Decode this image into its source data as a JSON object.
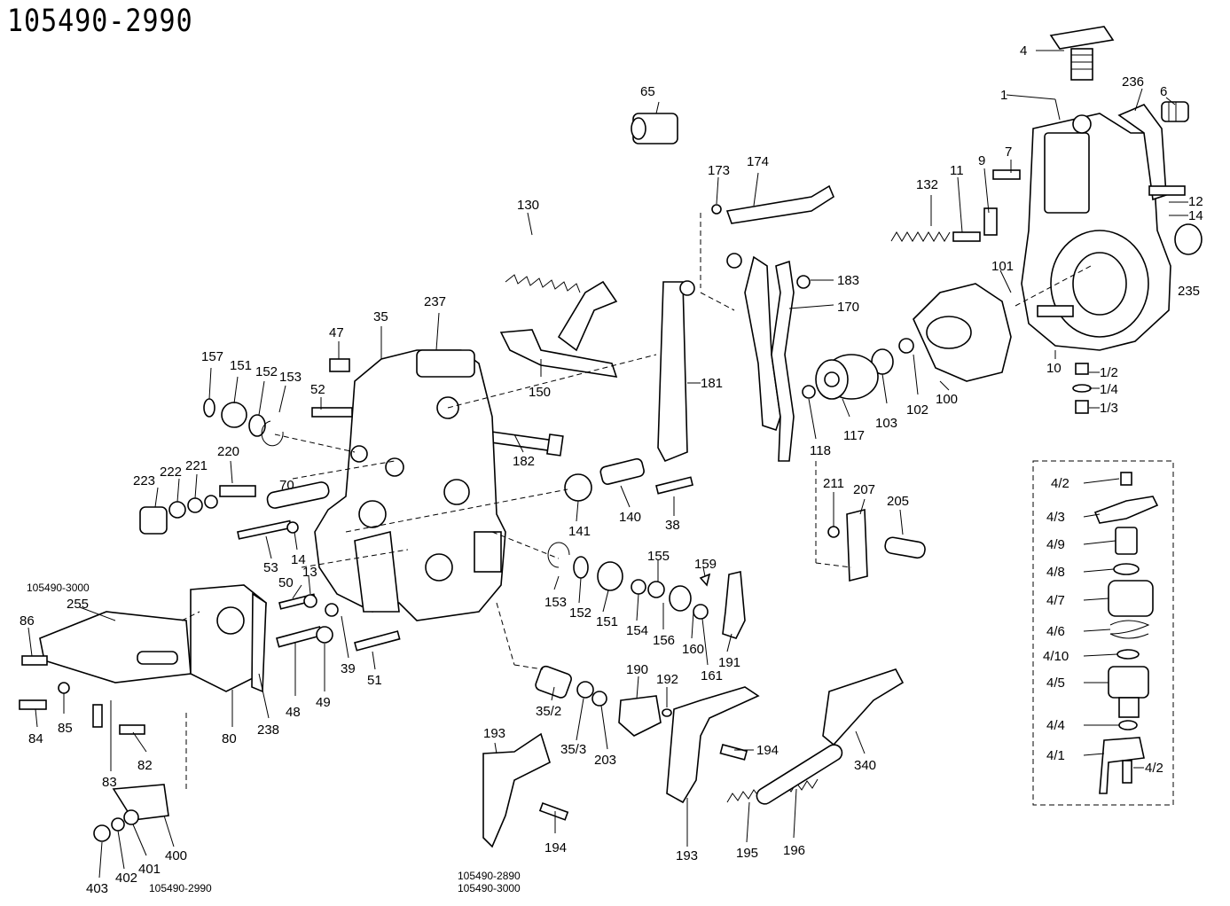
{
  "diagram": {
    "title": "105490-2990",
    "variant_notes": {
      "left_top": "105490-3000",
      "bottom_left": "105490-2990",
      "bottom_mid_1": "105490-2890",
      "bottom_mid_2": "105490-3000"
    },
    "labels": {
      "p4": "4",
      "p1": "1",
      "p236": "236",
      "p6": "6",
      "p7": "7",
      "p9": "9",
      "p11": "11",
      "p132": "132",
      "p12": "12",
      "p14r": "14",
      "p235": "235",
      "p101": "101",
      "p10": "10",
      "p1_2": "1/2",
      "p1_4": "1/4",
      "p1_3": "1/3",
      "p65": "65",
      "p173": "173",
      "p174": "174",
      "p130": "130",
      "p183": "183",
      "p170": "170",
      "p150": "150",
      "p181": "181",
      "p100": "100",
      "p102": "102",
      "p103": "103",
      "p117": "117",
      "p118": "118",
      "p237": "237",
      "p35": "35",
      "p47": "47",
      "p157": "157",
      "p151a": "151",
      "p152a": "152",
      "p153a": "153",
      "p52": "52",
      "p182": "182",
      "p220": "220",
      "p223": "223",
      "p222": "222",
      "p221": "221",
      "p70": "70",
      "p141": "141",
      "p140": "140",
      "p38": "38",
      "p211": "211",
      "p207": "207",
      "p205": "205",
      "p53": "53",
      "p14": "14",
      "p50": "50",
      "p13": "13",
      "p255": "255",
      "p86": "86",
      "p84": "84",
      "p85": "85",
      "p82": "82",
      "p83": "83",
      "p80": "80",
      "p238": "238",
      "p48": "48",
      "p49": "49",
      "p39": "39",
      "p51": "51",
      "p153b": "153",
      "p152b": "152",
      "p151b": "151",
      "p154": "154",
      "p155": "155",
      "p156": "156",
      "p160": "160",
      "p159": "159",
      "p161": "161",
      "p191": "191",
      "p35_2": "35/2",
      "p35_3": "35/3",
      "p203": "203",
      "p190": "190",
      "p192": "192",
      "p194a": "194",
      "p193a": "193",
      "p194b": "194",
      "p193b": "193",
      "p195": "195",
      "p196": "196",
      "p340": "340",
      "p400": "400",
      "p401": "401",
      "p402": "402",
      "p403": "403",
      "i4_2a": "4/2",
      "i4_3": "4/3",
      "i4_9": "4/9",
      "i4_8": "4/8",
      "i4_7": "4/7",
      "i4_6": "4/6",
      "i4_10": "4/10",
      "i4_5": "4/5",
      "i4_4": "4/4",
      "i4_1": "4/1",
      "i4_2b": "4/2"
    }
  }
}
